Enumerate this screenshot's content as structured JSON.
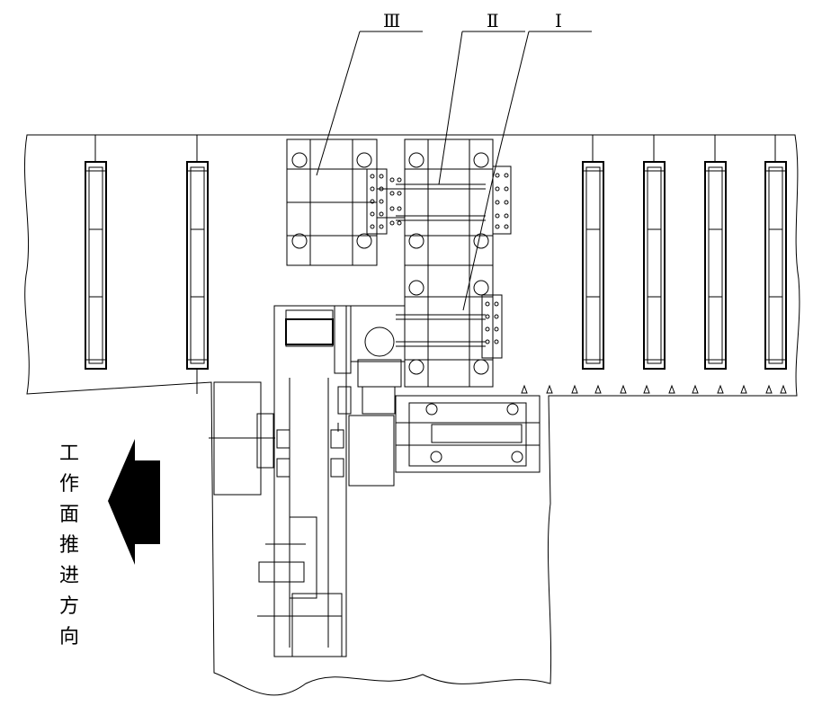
{
  "callouts": {
    "label_3": "Ⅲ",
    "label_2": "Ⅱ",
    "label_1": "Ⅰ"
  },
  "direction_text": "工作面推进方向",
  "colors": {
    "line": "#000000",
    "background": "#ffffff",
    "arrow": "#000000"
  }
}
